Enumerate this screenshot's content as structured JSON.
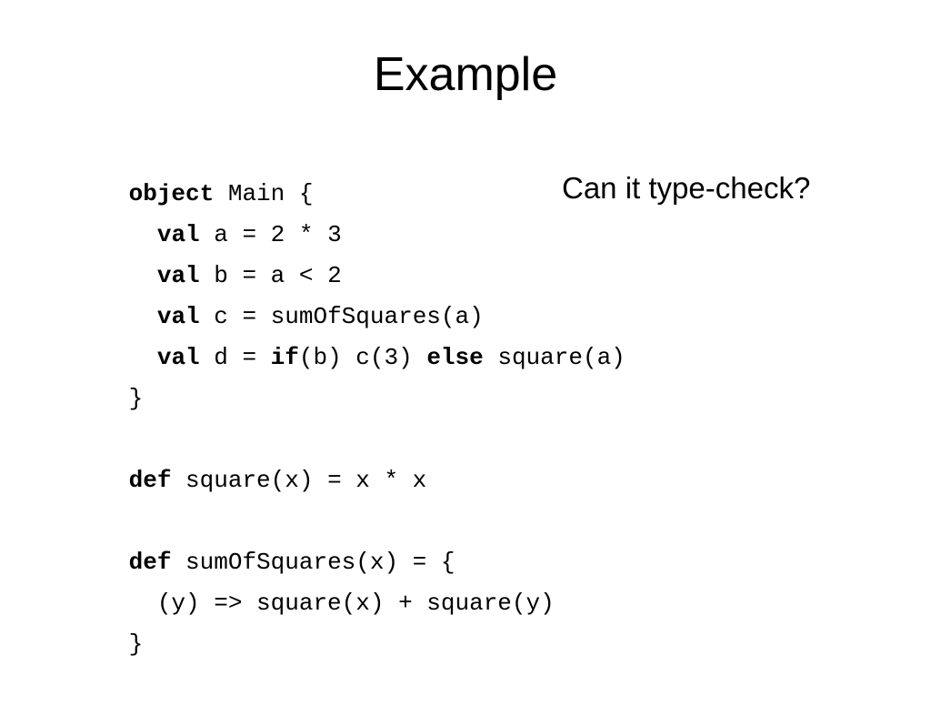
{
  "slide": {
    "title": "Example",
    "callout": "Can it type-check?"
  },
  "code": {
    "lines": [
      [
        {
          "t": "object",
          "kw": true
        },
        {
          "t": " Main {"
        }
      ],
      [
        {
          "t": "  "
        },
        {
          "t": "val",
          "kw": true
        },
        {
          "t": " a = 2 * 3"
        }
      ],
      [
        {
          "t": "  "
        },
        {
          "t": "val",
          "kw": true
        },
        {
          "t": " b = a < 2"
        }
      ],
      [
        {
          "t": "  "
        },
        {
          "t": "val",
          "kw": true
        },
        {
          "t": " c = sumOfSquares(a)"
        }
      ],
      [
        {
          "t": "  "
        },
        {
          "t": "val",
          "kw": true
        },
        {
          "t": " d = "
        },
        {
          "t": "if",
          "kw": true
        },
        {
          "t": "(b) c(3) "
        },
        {
          "t": "else",
          "kw": true
        },
        {
          "t": " square(a)"
        }
      ],
      [
        {
          "t": "}"
        }
      ],
      [],
      [
        {
          "t": "def",
          "kw": true
        },
        {
          "t": " square(x) = x * x"
        }
      ],
      [],
      [
        {
          "t": "def",
          "kw": true
        },
        {
          "t": " sumOfSquares(x) = {"
        }
      ],
      [
        {
          "t": "  (y) => square(x) + square(y)"
        }
      ],
      [
        {
          "t": "}"
        }
      ]
    ]
  }
}
